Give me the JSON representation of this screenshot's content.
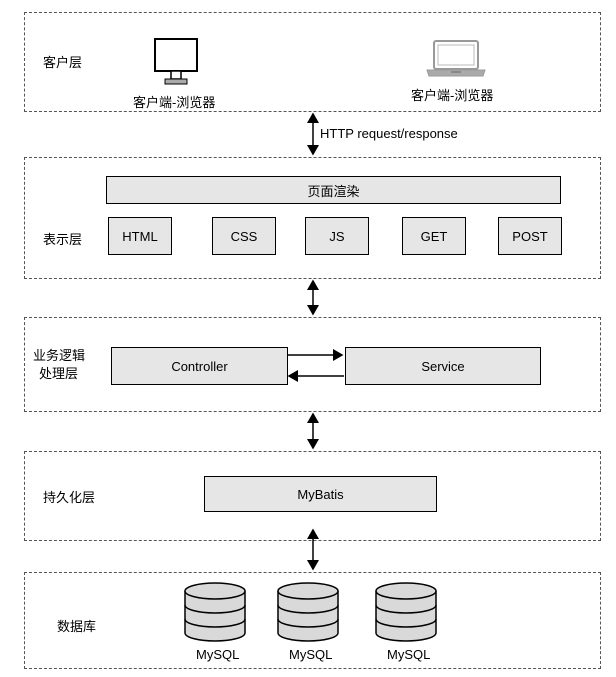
{
  "layers": {
    "client": {
      "label": "客户层",
      "devices": [
        {
          "icon": "desktop-monitor-icon",
          "caption": "客户端-浏览器"
        },
        {
          "icon": "laptop-icon",
          "caption": "客户端-浏览器"
        }
      ]
    },
    "presentation": {
      "label": "表示层",
      "render_bar": "页面渲染",
      "items": [
        "HTML",
        "CSS",
        "JS",
        "GET",
        "POST"
      ]
    },
    "business": {
      "label_line1": "业务逻辑",
      "label_line2": "处理层",
      "controller": "Controller",
      "service": "Service"
    },
    "persistence": {
      "label": "持久化层",
      "framework": "MyBatis"
    },
    "database": {
      "label": "数据库",
      "instances": [
        "MySQL",
        "MySQL",
        "MySQL"
      ]
    }
  },
  "connector_http_label": "HTTP request/response",
  "colors": {
    "box_fill": "#e6e6e6",
    "border": "#000000",
    "dashed": "#555555",
    "icon_gray": "#aaaaaa"
  }
}
